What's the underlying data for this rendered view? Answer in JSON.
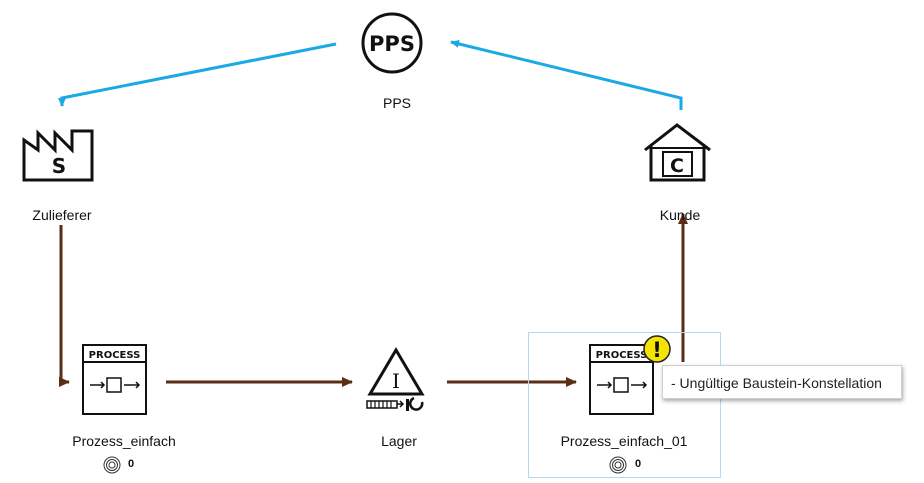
{
  "colors": {
    "info_flow": "#1ba9e6",
    "material_flow": "#5a2e16",
    "selection": "#b9d7ee",
    "warning": "#f5e400"
  },
  "nodes": {
    "pps": {
      "icon_text": "PPS",
      "label": "PPS",
      "icon": "production-control-icon"
    },
    "supplier": {
      "icon_text": "S",
      "label": "Zulieferer",
      "icon": "factory-icon"
    },
    "customer": {
      "icon_text": "C",
      "label": "Kunde",
      "icon": "customer-house-icon"
    },
    "process1": {
      "icon_text": "PROCESS",
      "label": "Prozess_einfach",
      "count": "0",
      "icon": "process-box-icon"
    },
    "inventory": {
      "icon_text": "I",
      "label": "Lager",
      "icon": "inventory-triangle-icon"
    },
    "process2": {
      "icon_text": "PROCESS",
      "label": "Prozess_einfach_01",
      "count": "0",
      "icon": "process-box-icon",
      "warning_symbol": "!"
    }
  },
  "tooltip": {
    "text": "- Ungültige Baustein-Konstellation"
  }
}
